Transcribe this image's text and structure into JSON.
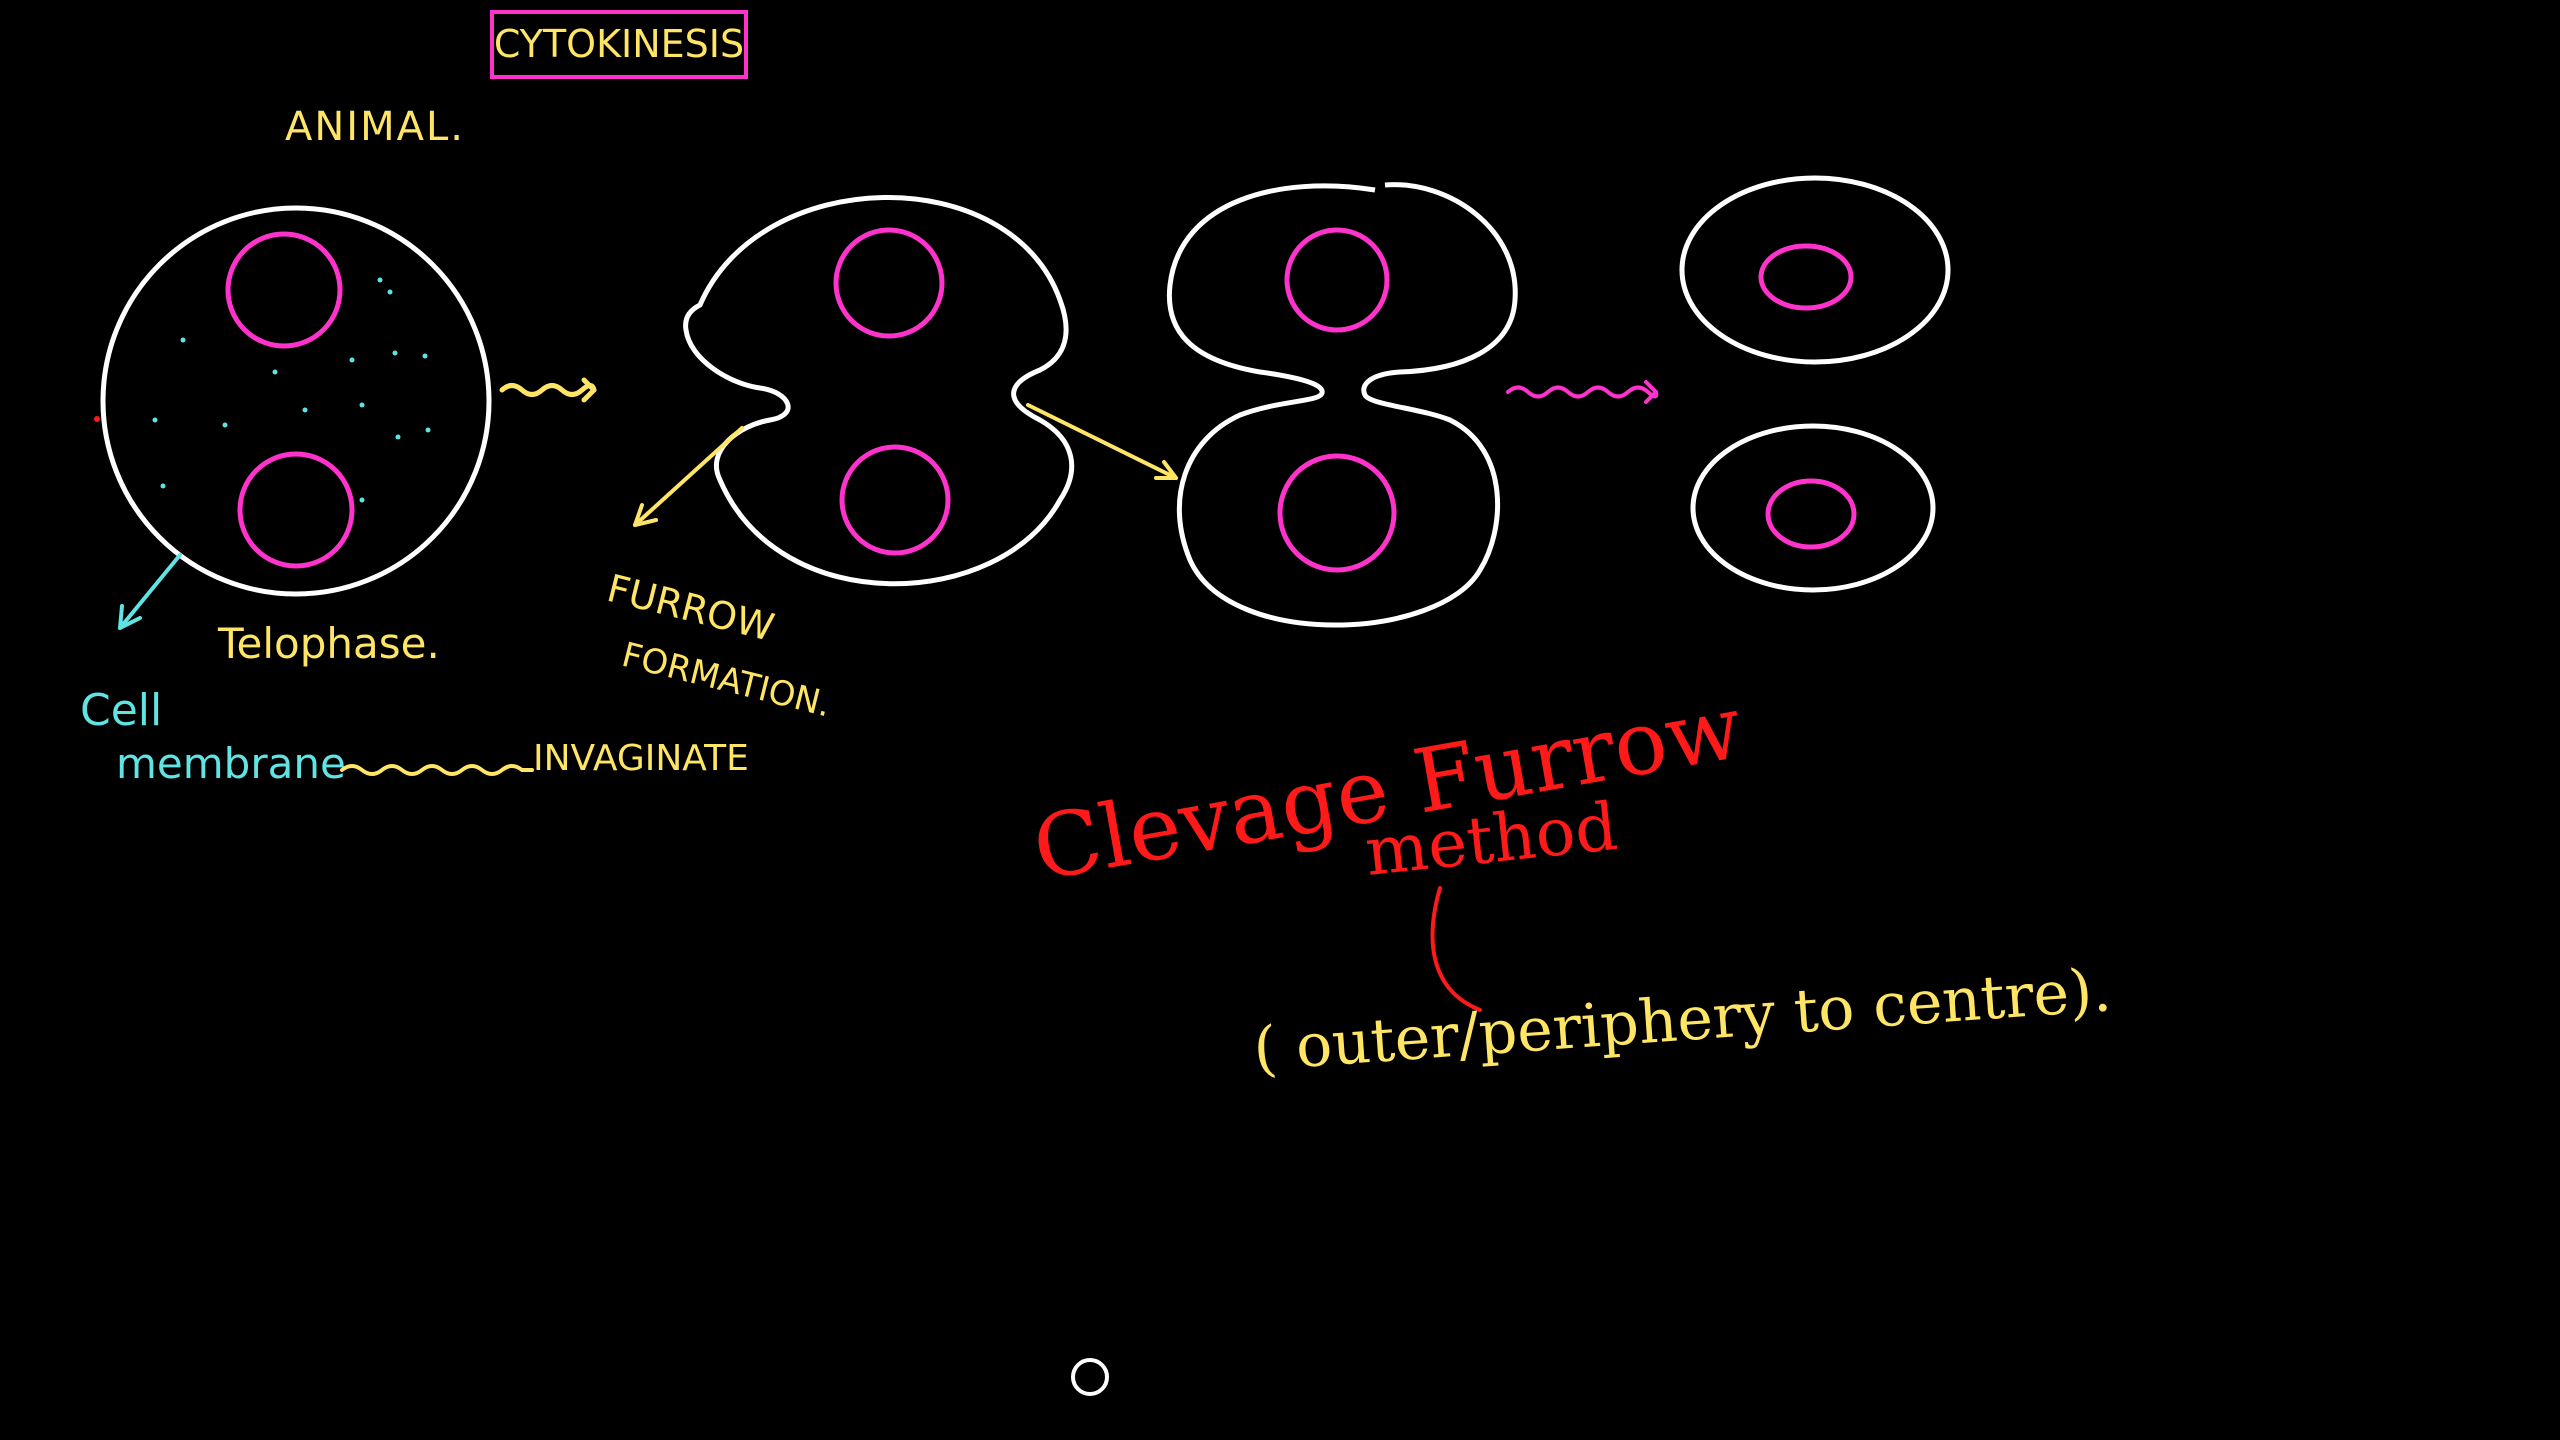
{
  "colors": {
    "background": "#000000",
    "membrane": "#ffffff",
    "nucleus": "#ff33cc",
    "title_box": "#ff33cc",
    "note_yellow": "#ffe566",
    "note_cyan": "#5fe3e3",
    "note_red": "#ff1a1a"
  },
  "labels": {
    "title": "CYTOKINESIS",
    "animal": "ANIMAL.",
    "telophase": "Telophase.",
    "cell": "Cell",
    "membrane": "membrane",
    "invaginate": "INVAGINATE",
    "furrow_line1": "FURROW",
    "furrow_line2": "FORMATION.",
    "clevage_line1": "Clevage Furrow",
    "clevage_line2": "method",
    "periphery": "( outer/periphery to centre)."
  },
  "icons": {
    "record_button": "circle-outline-icon"
  }
}
